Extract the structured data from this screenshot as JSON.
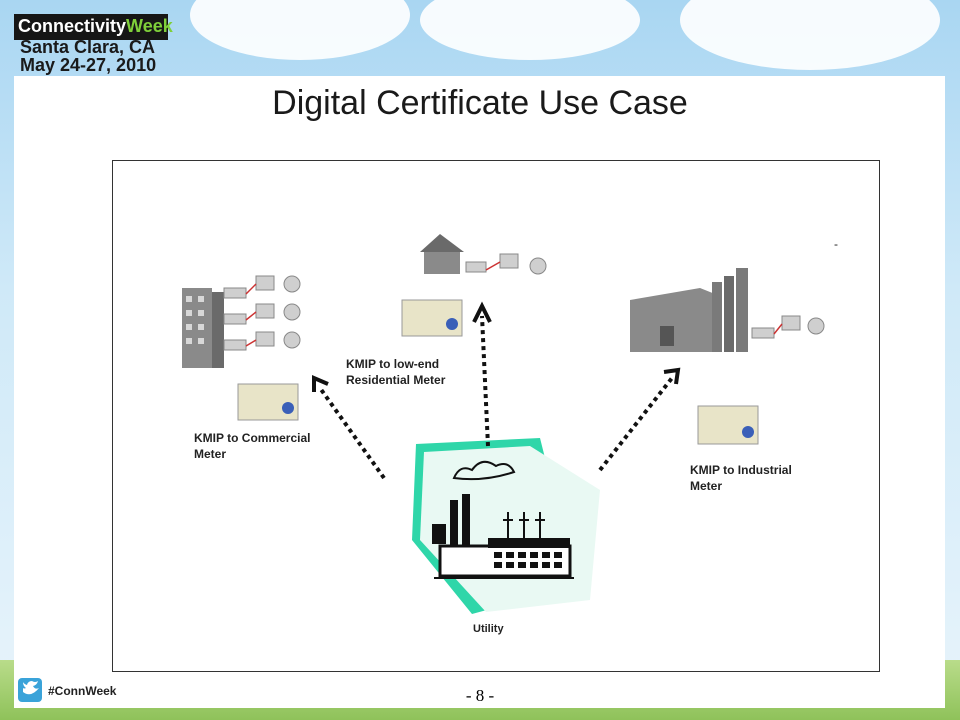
{
  "header": {
    "logo_main": "Connectivity",
    "logo_accent": "Week",
    "event_location": "Santa Clara, CA",
    "event_dates": "May 24-27, 2010"
  },
  "slide": {
    "title": "Digital Certificate Use Case",
    "page_number": "- 8 -",
    "hashtag": "#ConnWeek",
    "dash_mark": "-"
  },
  "diagram": {
    "labels": {
      "commercial": [
        "KMIP to Commercial",
        "Meter"
      ],
      "residential": [
        "KMIP to low-end",
        "Residential Meter"
      ],
      "industrial": [
        "KMIP to Industrial",
        "Meter"
      ],
      "utility": "Utility"
    }
  },
  "colors": {
    "accent_green": "#7fcf3a",
    "teal": "#2fd6a9",
    "arrow": "#111111"
  }
}
